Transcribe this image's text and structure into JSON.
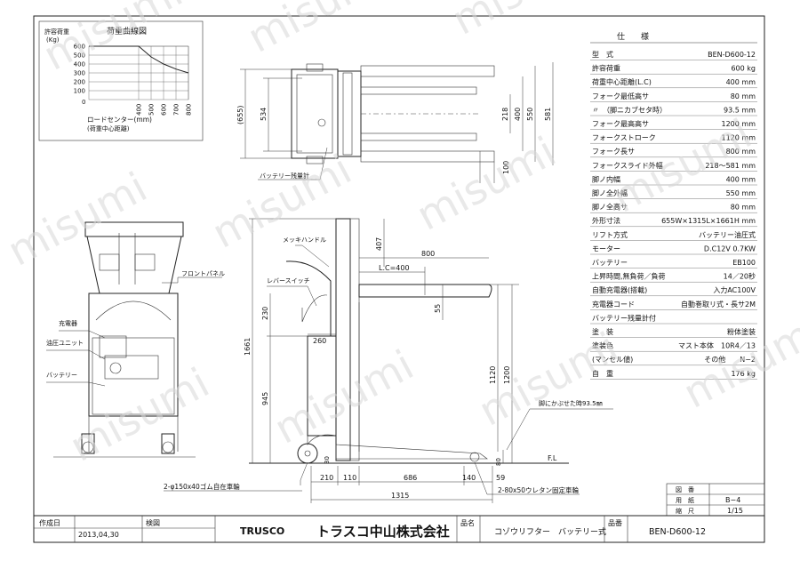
{
  "spec_title": "仕　　様",
  "specs": [
    {
      "label": "型　式",
      "value": "BEN-D600-12"
    },
    {
      "label": "許容荷重",
      "value": "600 kg"
    },
    {
      "label": "荷重中心距離(L.C)",
      "value": "400 mm"
    },
    {
      "label": "フォーク最低高サ",
      "value": "80 mm"
    },
    {
      "label": "〃　（脚ニカブセタ時）",
      "value": "93.5 mm"
    },
    {
      "label": "フォーク最高高サ",
      "value": "1200 mm"
    },
    {
      "label": "フォークストローク",
      "value": "1120 mm"
    },
    {
      "label": "フォーク長サ",
      "value": "800 mm"
    },
    {
      "label": "フォークスライド外幅",
      "value": "218〜581 mm"
    },
    {
      "label": "脚ノ内幅",
      "value": "400 mm"
    },
    {
      "label": "脚ノ全外幅",
      "value": "550 mm"
    },
    {
      "label": "脚ノ全高サ",
      "value": "80 mm"
    },
    {
      "label": "外形寸法",
      "value": "655W×1315L×1661H mm"
    },
    {
      "label": "リフト方式",
      "value": "バッテリー油圧式"
    },
    {
      "label": "モーター",
      "value": "D.C12V 0.7KW"
    },
    {
      "label": "バッテリー",
      "value": "EB100"
    },
    {
      "label": "上昇時間,無負荷／負荷",
      "value": "14／20秒"
    },
    {
      "label": "自動充電器(搭載)",
      "value": "入力AC100V"
    },
    {
      "label": "充電器コード",
      "value": "自動巻取リ式・長サ2M"
    },
    {
      "label": "バッテリー残量計付",
      "value": ""
    },
    {
      "label": "塗　装",
      "value": "粉体塗装"
    },
    {
      "label": "塗装色",
      "value": "マスト本体　10R4／13"
    },
    {
      "label": "(マンセル値)",
      "value": "その他　　N−2"
    },
    {
      "label": "自　重",
      "value": "176 kg"
    }
  ],
  "chart": {
    "title": "荷重曲線図",
    "y_header_1": "許容荷重",
    "y_header_2": "(Kg)",
    "x_label_1": "ロードセンター(mm)",
    "x_label_2": "(荷重中心距離)",
    "zero": "0"
  },
  "chart_data": {
    "type": "line",
    "title": "荷重曲線図",
    "xlabel": "ロードセンター(mm)",
    "ylabel": "許容荷重 (Kg)",
    "x_ticks": [
      "400",
      "500",
      "600",
      "700",
      "800"
    ],
    "y_ticks": [
      "600",
      "500",
      "400",
      "300",
      "200",
      "100"
    ],
    "xlim": [
      0,
      800
    ],
    "ylim": [
      0,
      600
    ],
    "x": [
      400,
      500,
      600,
      700,
      800
    ],
    "y": [
      600,
      480,
      400,
      343,
      300
    ]
  },
  "labels": {
    "battery_gauge": "バッテリー残量計",
    "mekki_handle": "メッキハンドル",
    "lever_switch": "レバースイッチ",
    "front_panel": "フロントパネル",
    "charger": "充電器",
    "hydraulic_unit": "油圧ユニット",
    "battery": "バッテリー",
    "wheel_front": "2-φ150x40ゴム自在車輪",
    "wheel_rear": "2-80x50ウレタン固定車輪",
    "leg_cover_note": "脚にかぶせた時93.5㎜",
    "floor": "F.L",
    "lc": "L.C=400"
  },
  "dims": {
    "top_655": "(655)",
    "top_534": "534",
    "top_218": "218",
    "top_400": "400",
    "top_550": "550",
    "top_581": "581",
    "top_100": "100",
    "s_1661": "1661",
    "s_230": "230",
    "s_945": "945",
    "s_407": "407",
    "s_800": "800",
    "s_55": "55",
    "s_260": "260",
    "s_1120": "1120",
    "s_1200": "1200",
    "s_80": "80",
    "s_30": "30",
    "b_210": "210",
    "b_110": "110",
    "b_686": "686",
    "b_140": "140",
    "b_59": "59",
    "b_1315": "1315"
  },
  "sheet_info": {
    "zu_label": "図　番",
    "paper_label": "用　紙",
    "paper": "B−4",
    "scale_label": "縮　尺",
    "scale": "1/15"
  },
  "footer": {
    "created_label": "作成日",
    "created": "2013,04,30",
    "approval_label": "検図",
    "brand": "TRUSCO",
    "company": "トラスコ中山株式会社",
    "name_label": "品名",
    "name": "コゾウリフター　バッテリー式",
    "number_label": "品番",
    "number": "BEN-D600-12"
  },
  "watermark": "misumi"
}
